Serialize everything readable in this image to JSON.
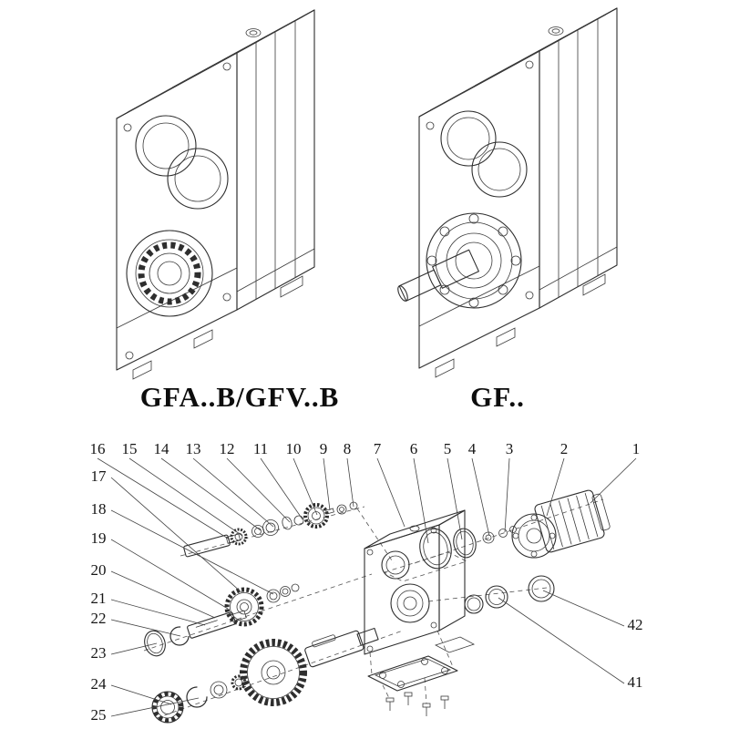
{
  "captions": {
    "left": "GFA..B/GFV..B",
    "right": "GF.."
  },
  "exploded": {
    "top_labels": [
      "16",
      "15",
      "14",
      "13",
      "12",
      "11",
      "10",
      "9",
      "8",
      "7",
      "6",
      "5",
      "4",
      "3",
      "2",
      "1"
    ],
    "left_labels": [
      "17",
      "18",
      "19",
      "20",
      "21",
      "22",
      "23",
      "24",
      "25"
    ],
    "right_labels": [
      "42",
      "41"
    ]
  },
  "colors": {
    "line": "#2e2e2e",
    "background": "#ffffff"
  }
}
